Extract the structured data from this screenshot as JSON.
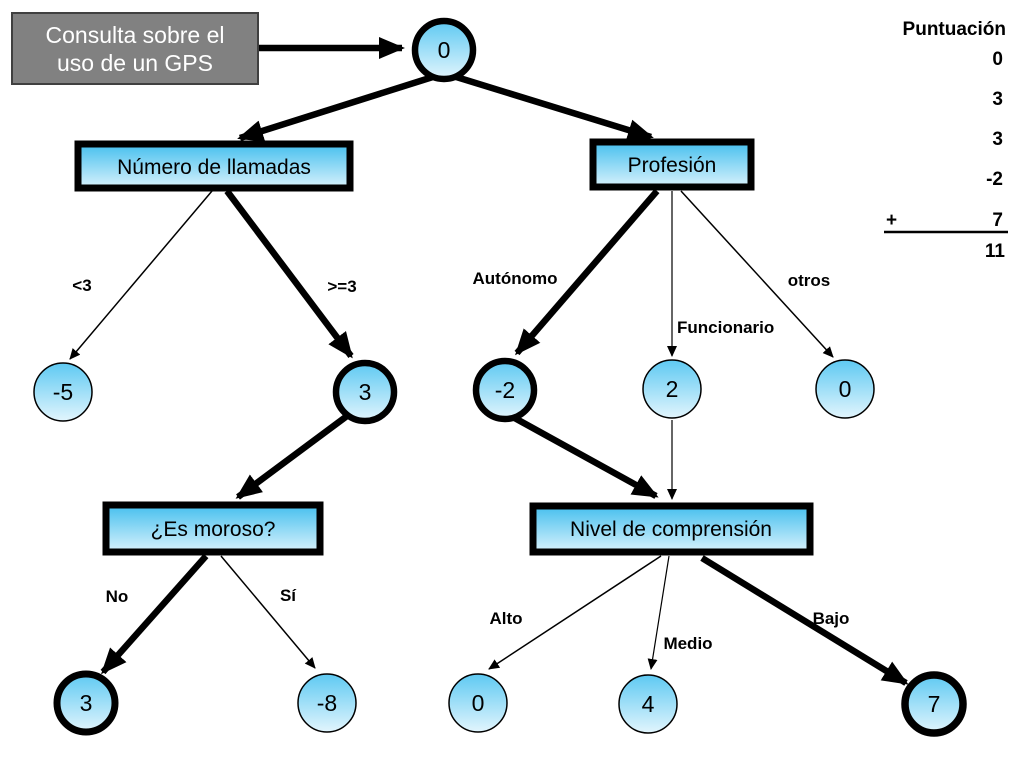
{
  "title_box": {
    "line1": "Consulta sobre el",
    "line2": "uso de un GPS"
  },
  "boxes": {
    "llamadas": "Número de llamadas",
    "profesion": "Profesión",
    "moroso": "¿Es moroso?",
    "comprension": "Nivel de comprensión"
  },
  "labels": {
    "lt3": "<3",
    "gte3": ">=3",
    "no": "No",
    "si": "Sí",
    "autonomo": "Autónomo",
    "funcionario": "Funcionario",
    "otros": "otros",
    "alto": "Alto",
    "medio": "Medio",
    "bajo": "Bajo"
  },
  "nodes": {
    "root": "0",
    "llamadas_lt3": "-5",
    "llamadas_gte3": "3",
    "moroso_no": "3",
    "moroso_si": "-8",
    "profesion_autonomo": "-2",
    "profesion_funcionario": "2",
    "profesion_otros": "0",
    "comprension_alto": "0",
    "comprension_medio": "4",
    "comprension_bajo": "7"
  },
  "score": {
    "header": "Puntuación",
    "rows": [
      "0",
      "3",
      "3",
      "-2"
    ],
    "plus_sign": "+",
    "plus_value": "7",
    "total": "11"
  },
  "colors": {
    "node_gradient_top": "#5ec9f2",
    "node_gradient_bottom": "#e2f5fd",
    "box_gradient_top": "#45bfee",
    "box_gradient_bottom": "#d9f2fc",
    "title_box_fill": "#818181",
    "title_box_border": "#404040",
    "title_text": "#ffffff",
    "line": "#000000"
  }
}
